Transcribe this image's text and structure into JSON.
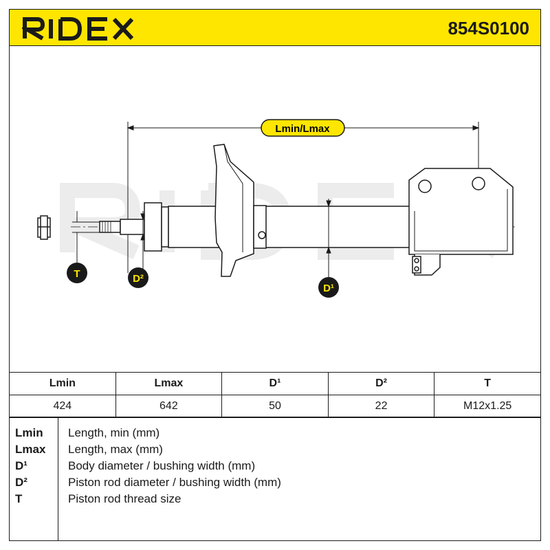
{
  "header": {
    "brand": "RIDEX",
    "part_number": "854S0100",
    "background_color": "#ffe600"
  },
  "drawing": {
    "dimension_label": "Lmin/Lmax",
    "label_T": "T",
    "label_D2": "D²",
    "label_D1": "D¹",
    "watermark": "RIDEX"
  },
  "spec_table": {
    "headers": [
      "Lmin",
      "Lmax",
      "D¹",
      "D²",
      "T"
    ],
    "values": [
      "424",
      "642",
      "50",
      "22",
      "M12x1.25"
    ]
  },
  "legend": {
    "items": [
      {
        "abbr": "Lmin",
        "desc": "Length, min (mm)"
      },
      {
        "abbr": "Lmax",
        "desc": "Length, max (mm)"
      },
      {
        "abbr": "D¹",
        "desc": "Body diameter / bushing width (mm)"
      },
      {
        "abbr": "D²",
        "desc": "Piston rod diameter / bushing width (mm)"
      },
      {
        "abbr": "T",
        "desc": "Piston rod thread size"
      }
    ]
  }
}
